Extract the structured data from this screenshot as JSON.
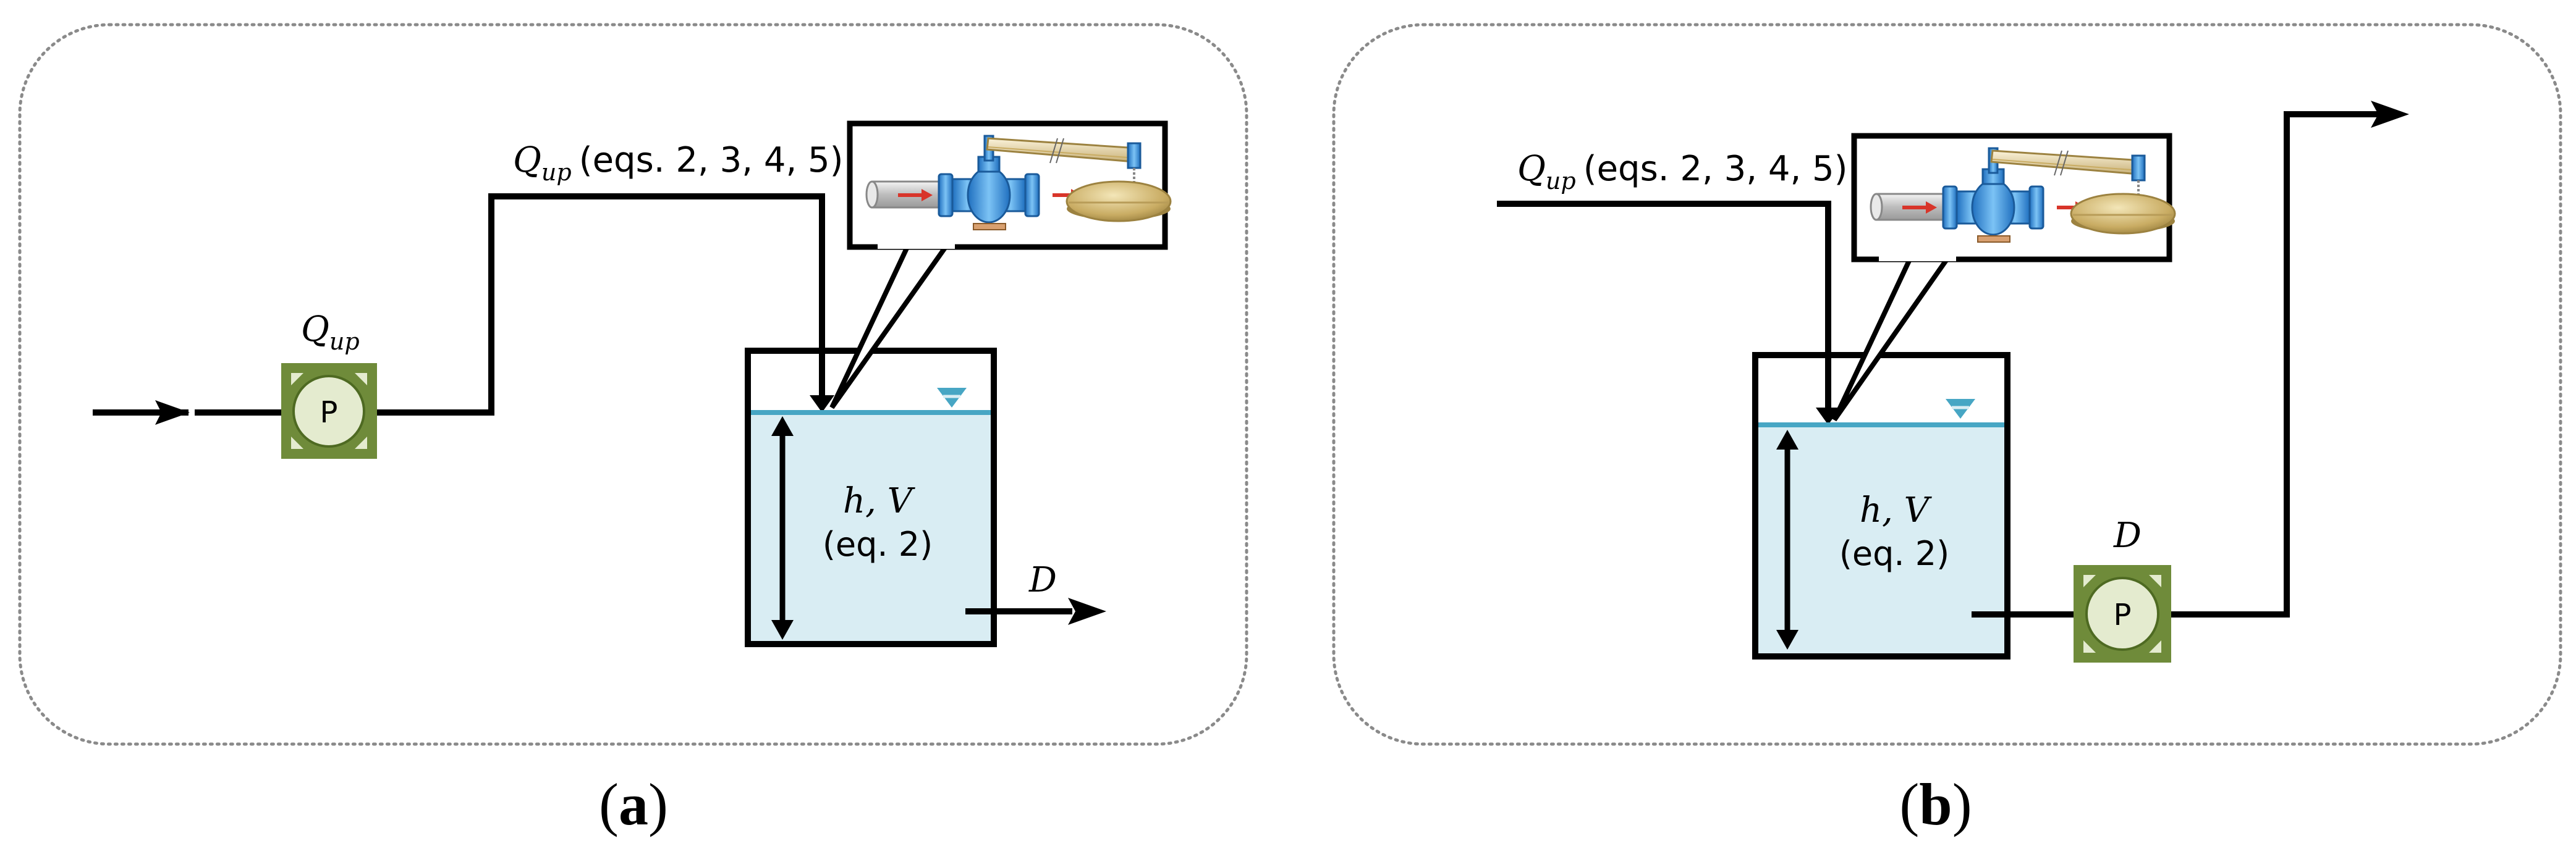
{
  "panel_a": {
    "pump_letter": "P",
    "pump_flow_var": "Q",
    "pump_flow_sub": "up",
    "inflow_var": "Q",
    "inflow_sub": "up",
    "inflow_eqs": "(eqs. 2, 3, 4, 5)",
    "tank_vars": "h, V",
    "tank_eq": "(eq. 2)",
    "outflow_label": "D",
    "caption_open": "(",
    "caption_letter": "a",
    "caption_close": ")"
  },
  "panel_b": {
    "pump_letter": "P",
    "pump_flow_label": "D",
    "inflow_var": "Q",
    "inflow_sub": "up",
    "inflow_eqs": "(eqs. 2, 3, 4, 5)",
    "tank_vars": "h, V",
    "tank_eq": "(eq. 2)",
    "caption_open": "(",
    "caption_letter": "b",
    "caption_close": ")"
  },
  "colors": {
    "line": "#000000",
    "water": "#d9edf3",
    "water_surface": "#47a6c4",
    "pump_frame": "#6f8b3a",
    "pump_disc": "#e4ebcf",
    "valve_blue": "#3a8fd8",
    "float_gold": "#cdb57a",
    "arrow_red": "#d8352a",
    "panel_border": "#8a8a8a"
  },
  "icons": [
    "pump-icon",
    "float-valve-icon",
    "water-level-marker-icon"
  ]
}
